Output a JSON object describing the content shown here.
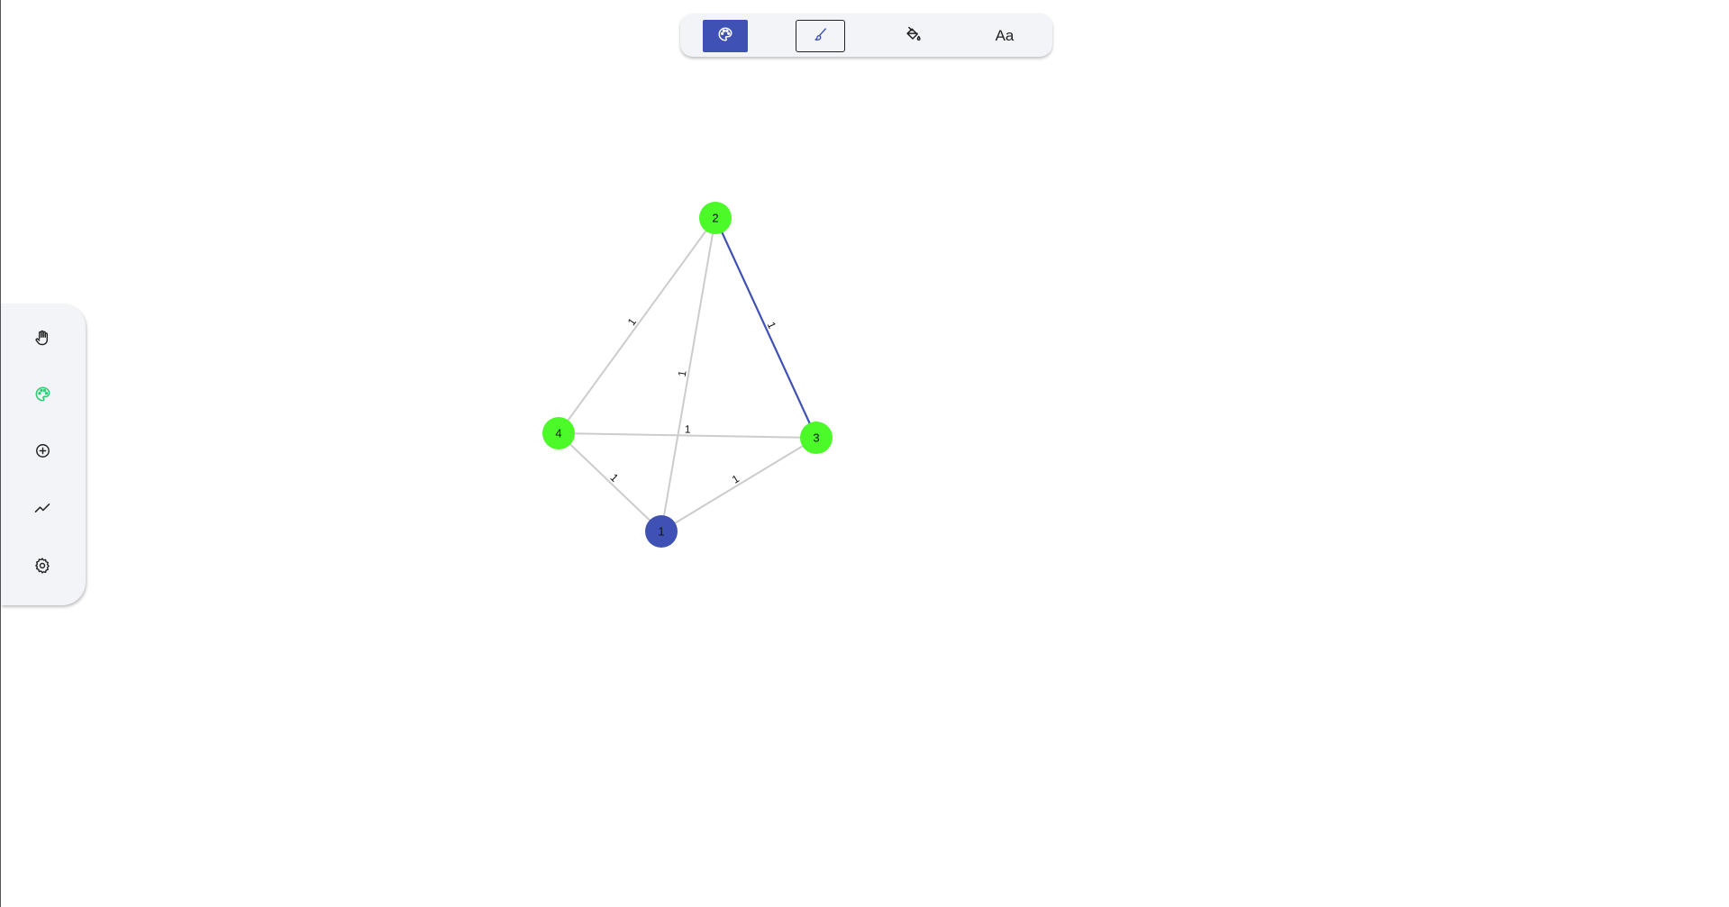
{
  "toolbar": {
    "palette_icon": "palette-icon",
    "brush_icon": "brush-icon",
    "fill_icon": "paint-bucket-icon",
    "text_label": "Aa",
    "active_color": "#3f51b5"
  },
  "sidebar": {
    "items": [
      {
        "name": "hand",
        "icon": "hand-icon"
      },
      {
        "name": "palette",
        "icon": "palette-icon",
        "color": "#2ecc71"
      },
      {
        "name": "add",
        "icon": "add-circle-icon"
      },
      {
        "name": "trend",
        "icon": "trend-line-icon"
      },
      {
        "name": "settings",
        "icon": "gear-icon"
      }
    ]
  },
  "graph": {
    "colors": {
      "node_default": "#4cfa2a",
      "node_selected": "#3f51b5",
      "edge_default": "#cccccc",
      "edge_highlighted": "#3f51b5"
    },
    "nodes": [
      {
        "id": "1",
        "label": "1",
        "selected": true
      },
      {
        "id": "2",
        "label": "2",
        "selected": false
      },
      {
        "id": "3",
        "label": "3",
        "selected": false
      },
      {
        "id": "4",
        "label": "4",
        "selected": false
      }
    ],
    "edges": [
      {
        "from": "2",
        "to": "4",
        "weight": "1",
        "highlighted": false
      },
      {
        "from": "2",
        "to": "1",
        "weight": "1",
        "highlighted": false
      },
      {
        "from": "2",
        "to": "3",
        "weight": "1",
        "highlighted": true
      },
      {
        "from": "4",
        "to": "3",
        "weight": "1",
        "highlighted": false
      },
      {
        "from": "4",
        "to": "1",
        "weight": "1",
        "highlighted": false
      },
      {
        "from": "3",
        "to": "1",
        "weight": "1",
        "highlighted": false
      }
    ]
  }
}
